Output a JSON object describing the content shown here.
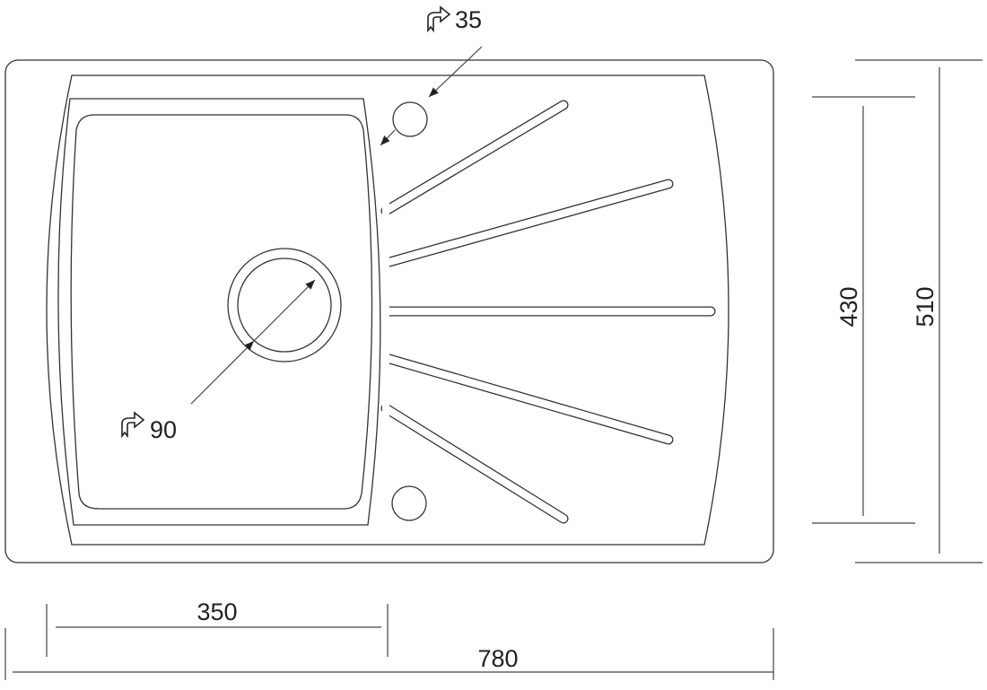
{
  "drawing": {
    "faucet_hole_diameter": "35",
    "drain_diameter": "90",
    "bowl_width": "350",
    "total_width": "780",
    "inner_depth": "430",
    "total_depth": "510"
  },
  "icons": {
    "diameter_marker": "diameter-arrow-icon"
  },
  "colors": {
    "line": "#333333",
    "background": "#ffffff"
  }
}
